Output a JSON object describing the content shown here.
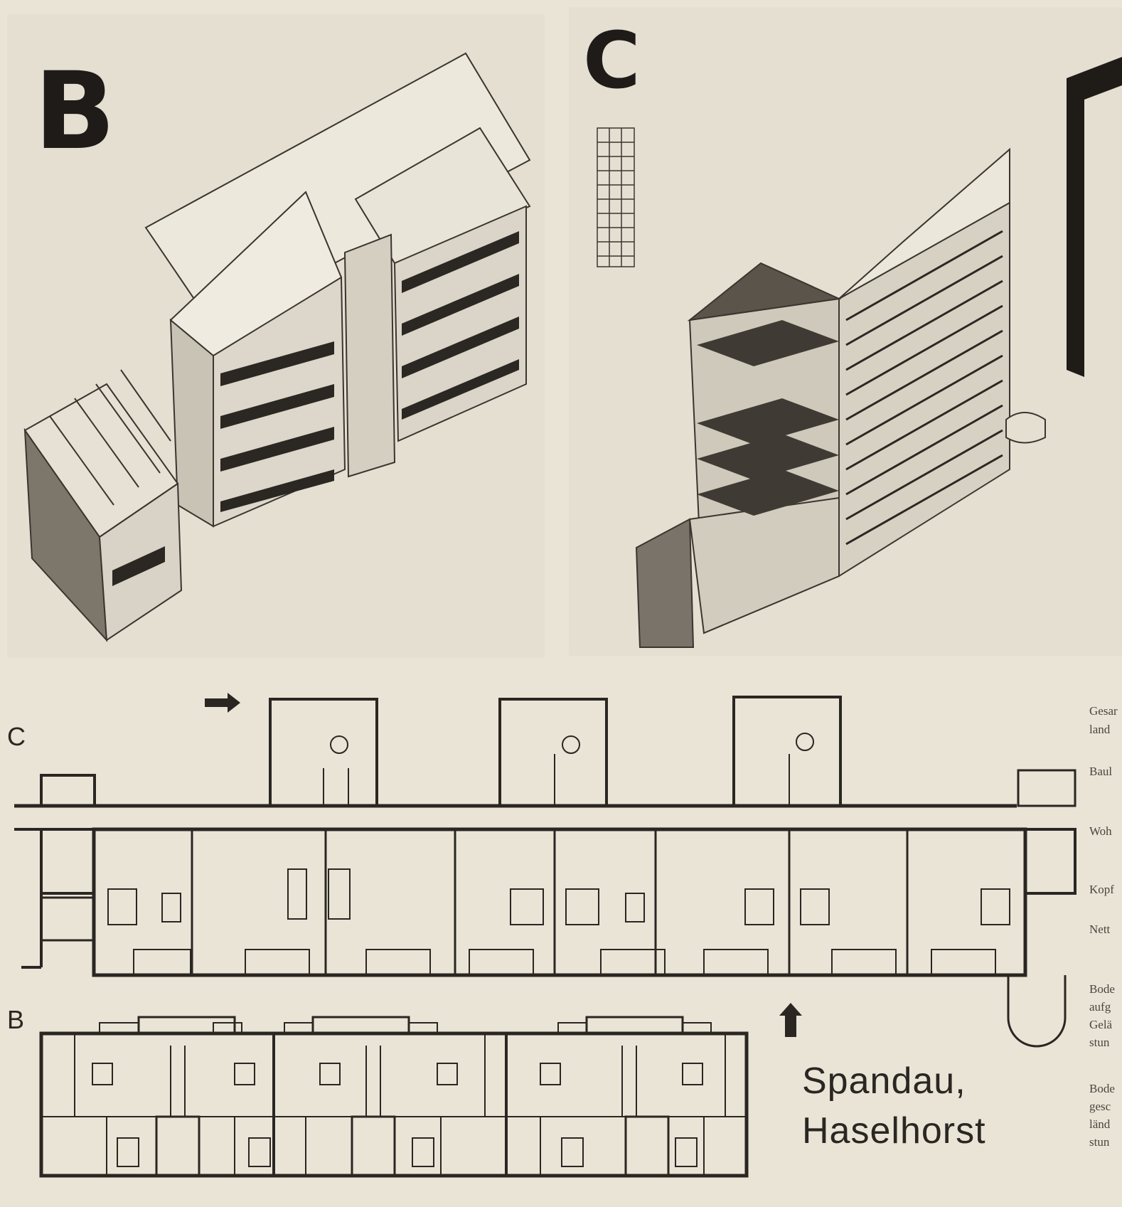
{
  "panels": {
    "b_letter": "B",
    "c_letter": "C"
  },
  "plans": {
    "c_label": "C",
    "b_label": "B"
  },
  "title": {
    "line1": "Spandau,",
    "line2": "Haselhorst"
  },
  "side_fragments": [
    "Gesar",
    "land",
    "Baul",
    "Woh",
    "Kopf",
    "Nett",
    "Bode",
    "aufg",
    "Gelä",
    "stun",
    "Bode",
    "gesc",
    "länd",
    "stun"
  ],
  "colors": {
    "paper": "#e9e4d6",
    "panel": "#e4dfd1",
    "ink": "#2a2622"
  }
}
